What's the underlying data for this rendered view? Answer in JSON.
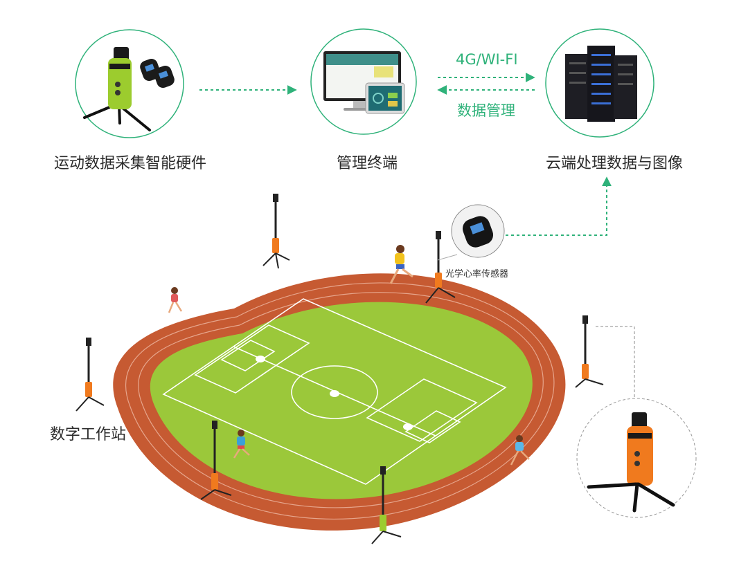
{
  "flow": {
    "hardware_label": "运动数据采集智能硬件",
    "terminal_label": "管理终端",
    "cloud_label": "云端处理数据与图像",
    "network_label": "4G/WI-FI",
    "management_label": "数据管理"
  },
  "field": {
    "sensor_label": "光学心率传感器",
    "station_label": "数字工作站"
  },
  "colors": {
    "accent_green": "#2fb27a",
    "track": "#c65a32",
    "grass": "#9bc83a",
    "device_orange": "#f07a1e",
    "device_green": "#9ccc2e"
  }
}
